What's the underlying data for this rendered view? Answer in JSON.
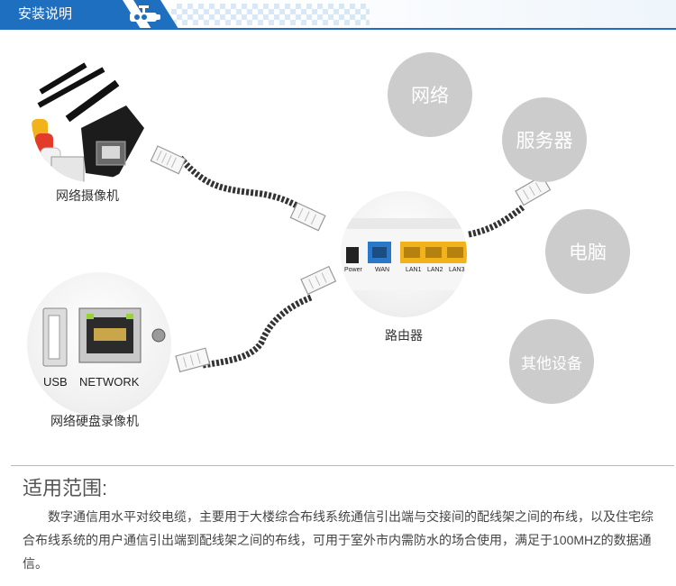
{
  "header": {
    "title": "安装说明"
  },
  "devices": {
    "camera_label": "网络摄像机",
    "router_label": "路由器",
    "nvr_label": "网络硬盘录像机",
    "nvr_port_usb": "USB",
    "nvr_port_network": "NETWORK",
    "router_port_power": "Power",
    "router_port_wan": "WAN",
    "router_port_lan1": "LAN1",
    "router_port_lan2": "LAN2",
    "router_port_lan3": "LAN3"
  },
  "targets": [
    {
      "label": "网络"
    },
    {
      "label": "服务器"
    },
    {
      "label": "电脑"
    },
    {
      "label": "其他设备"
    }
  ],
  "usage": {
    "title": "适用范围:",
    "text": "数字通信用水平对绞电缆，主要用于大楼综合布线系统通信引出端与交接间的配线架之间的布线，以及住宅综合布线系统的用户通信引出端到配线架之间的布线，可用于室外市内需防水的场合使用，满足于100MHZ的数据通信。"
  },
  "colors": {
    "header_blue": "#1f6fc0",
    "circle_gray": "#cccccc",
    "lan_yellow": "#f2b21b",
    "wan_blue": "#2a78c8"
  }
}
